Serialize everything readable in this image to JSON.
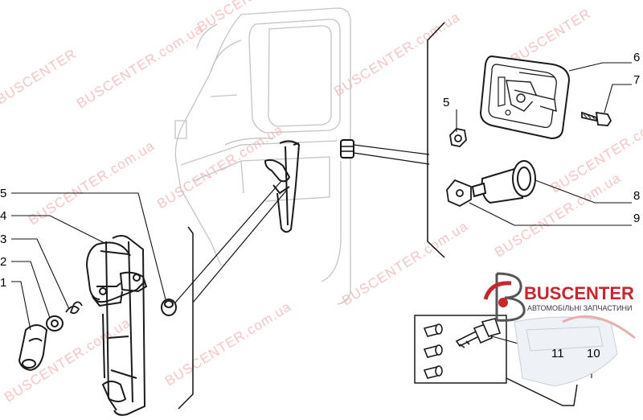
{
  "logo": {
    "name": "BUSCENTER",
    "tagline": "АВТОМОБІЛЬНІ ЗАПЧАСТИНИ",
    "brand_color": "#c8262d"
  },
  "watermark": {
    "brand": "BUSCENTER",
    "domain": "BUSCENTER.com.ua",
    "color": "#f3c6c6"
  },
  "callouts": {
    "c1": "1",
    "c2": "2",
    "c3": "3",
    "c4": "4",
    "c5_left": "5",
    "c5_right": "5",
    "c6": "6",
    "c7": "7",
    "c8": "8",
    "c9": "9",
    "c10": "10",
    "c11": "11"
  }
}
